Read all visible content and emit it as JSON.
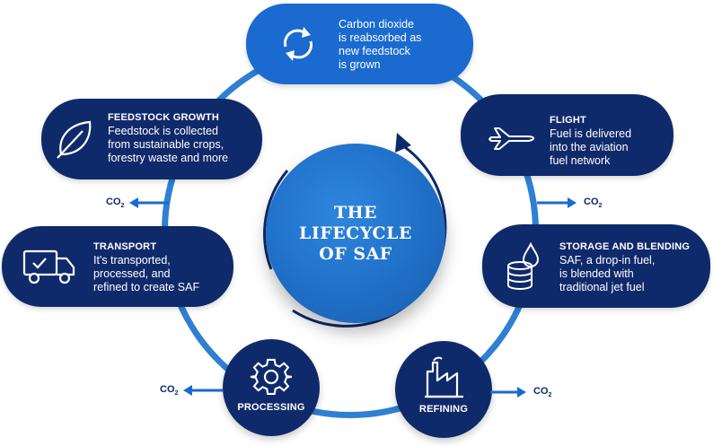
{
  "center": {
    "title_lines": [
      "THE",
      "LIFECYCLE",
      "OF SAF"
    ]
  },
  "colors": {
    "dark_navy": "#0f2a6b",
    "bright_blue": "#1a6ad0",
    "ring_blue": "#2f7fd2"
  },
  "stages": {
    "reabsorb": {
      "description": "Carbon dioxide\nis reabsorbed as\nnew feedstock\nis grown",
      "icon": "recycle-icon"
    },
    "feedstock": {
      "title": "FEEDSTOCK GROWTH",
      "description": "Feedstock is collected\nfrom sustainable crops,\nforestry waste and more",
      "icon": "leaf-icon"
    },
    "flight": {
      "title": "FLIGHT",
      "description": "Fuel is delivered\ninto the aviation\nfuel network",
      "icon": "airplane-icon"
    },
    "transport": {
      "title": "TRANSPORT",
      "description": "It's transported,\nprocessed, and\nrefined to create SAF",
      "icon": "truck-icon"
    },
    "storage": {
      "title": "STORAGE AND BLENDING",
      "description": "SAF, a drop-in fuel,\nis blended with\ntraditional jet fuel",
      "icon": "fuel-storage-icon"
    },
    "processing": {
      "title": "PROCESSING",
      "icon": "gear-icon"
    },
    "refining": {
      "title": "REFINING",
      "icon": "factory-icon"
    }
  },
  "emissions": {
    "label": "CO",
    "subscript": "2"
  }
}
